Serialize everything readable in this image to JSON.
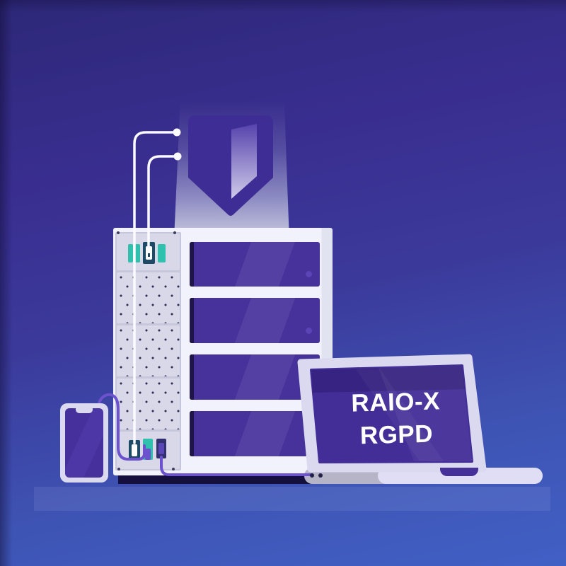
{
  "laptop": {
    "screen_text": {
      "line1": "RAIO-X",
      "line2": "RGPD"
    }
  },
  "icons": {
    "shield": "shield-icon",
    "server": "server-tower",
    "laptop": "laptop",
    "smartphone": "smartphone",
    "cables": "connection-cables",
    "light_beam": "spotlight-beam"
  },
  "colors": {
    "background_top": "#2d2878",
    "background_mid": "#3b3a9b",
    "background_bottom": "#4160c5",
    "shield": "#3e2d95",
    "shield_highlight": "#cfcbe9",
    "beam": "#b9bad8",
    "server_body": "#f1f2fb",
    "server_panel": "#d8d8e9",
    "drive_bay": "#47319b",
    "bay_led": "#5b44b6",
    "teal_port": "#2fc1ad",
    "dark_port": "#1d4a66",
    "cable_purple": "#6d52cd",
    "cable_white": "#fafaff",
    "device_shell": "#dbd9f0",
    "screen_purple": "#432e97",
    "laptop_base": "#dfdef5",
    "laptop_base_cap": "#b5b5c7",
    "shadow_bar": "#150f3e",
    "text": "#ffffff"
  }
}
